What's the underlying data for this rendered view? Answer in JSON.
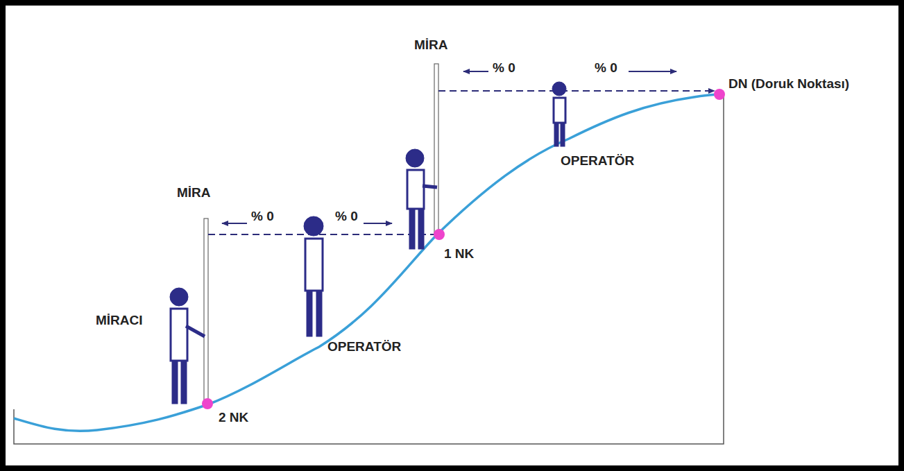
{
  "diagram": {
    "labels": [
      "MİRA",
      "MİRA",
      "% 0",
      "% 0",
      "DN (Doruk Noktası)",
      "MİRACI",
      "% 0",
      "% 0",
      "1 NK",
      "OPERATÖR",
      "OPERATÖR",
      "2 NK"
    ]
  }
}
